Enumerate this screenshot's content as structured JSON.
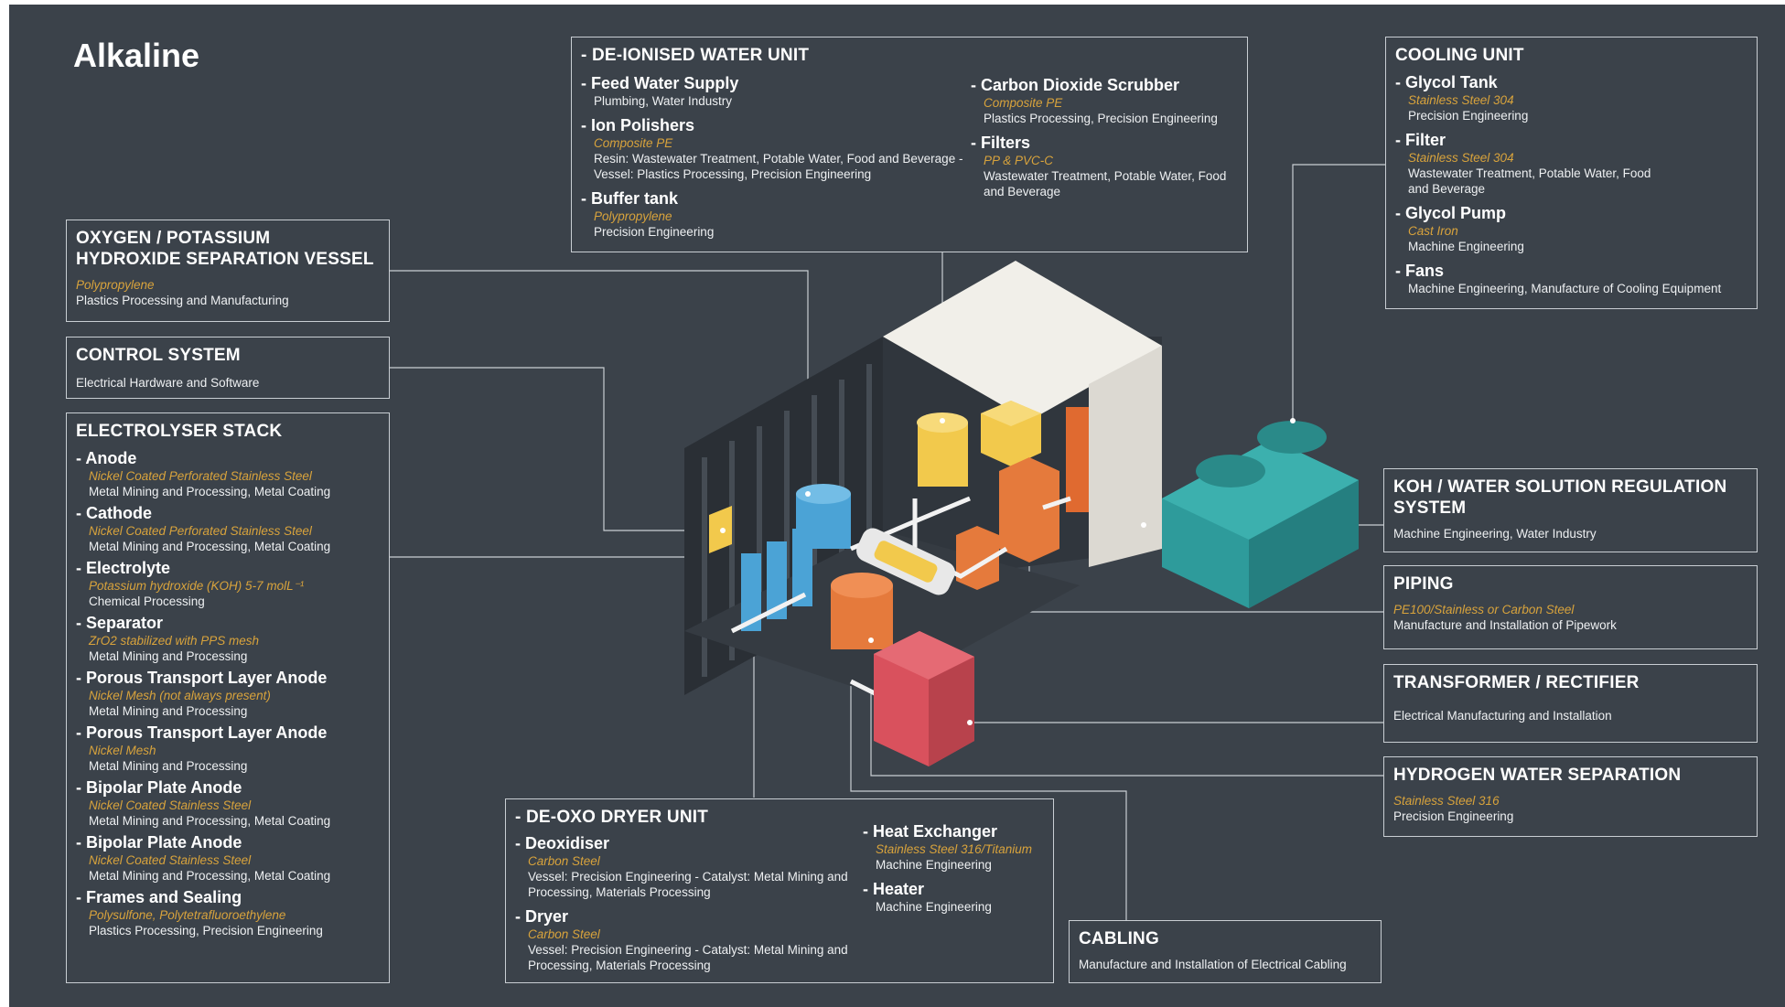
{
  "title": "Alkaline",
  "deionised": {
    "heading": "- DE-IONISED WATER UNIT",
    "items": [
      {
        "name": "Feed Water Supply",
        "material": "",
        "use": "Plumbing, Water Industry"
      },
      {
        "name": "Ion Polishers",
        "material": "Composite PE",
        "use": "Resin: Wastewater Treatment, Potable Water, Food and Beverage - Vessel: Plastics Processing, Precision Engineering"
      },
      {
        "name": "Buffer tank",
        "material": "Polypropylene",
        "use": "Precision Engineering"
      },
      {
        "name": "Carbon Dioxide Scrubber",
        "material": "Composite PE",
        "use": "Plastics Processing, Precision Engineering"
      },
      {
        "name": "Filters",
        "material": "PP & PVC-C",
        "use": "Wastewater Treatment, Potable Water, Food and Beverage"
      }
    ]
  },
  "cooling": {
    "heading": "COOLING UNIT",
    "items": [
      {
        "name": "Glycol Tank",
        "material": "Stainless Steel 304",
        "use": "Precision Engineering"
      },
      {
        "name": "Filter",
        "material": "Stainless Steel 304",
        "use": "Wastewater Treatment, Potable Water, Food and Beverage"
      },
      {
        "name": "Glycol Pump",
        "material": "Cast Iron",
        "use": "Machine Engineering"
      },
      {
        "name": "Fans",
        "material": "",
        "use": "Machine Engineering, Manufacture of Cooling Equipment"
      }
    ]
  },
  "oxygen": {
    "heading": "OXYGEN / POTASSIUM HYDROXIDE SEPARATION VESSEL",
    "material": "Polypropylene",
    "use": "Plastics Processing and Manufacturing"
  },
  "control": {
    "heading": "CONTROL SYSTEM",
    "use": "Electrical Hardware and Software"
  },
  "stack": {
    "heading": "ELECTROLYSER STACK",
    "items": [
      {
        "name": "Anode",
        "material": "Nickel Coated Perforated Stainless Steel",
        "use": "Metal Mining and Processing, Metal Coating"
      },
      {
        "name": "Cathode",
        "material": "Nickel Coated Perforated Stainless Steel",
        "use": "Metal Mining and Processing, Metal Coating"
      },
      {
        "name": "Electrolyte",
        "material": "Potassium hydroxide (KOH) 5-7 molL⁻¹",
        "use": "Chemical Processing"
      },
      {
        "name": "Separator",
        "material": "ZrO2 stabilized with PPS mesh",
        "use": "Metal Mining and Processing"
      },
      {
        "name": "Porous Transport Layer Anode",
        "material": "Nickel Mesh (not always present)",
        "use": "Metal Mining and Processing"
      },
      {
        "name": "Porous Transport Layer Anode",
        "material": "Nickel Mesh",
        "use": "Metal Mining and Processing"
      },
      {
        "name": "Bipolar Plate Anode",
        "material": "Nickel Coated Stainless Steel",
        "use": "Metal Mining and Processing, Metal Coating"
      },
      {
        "name": "Bipolar Plate Anode",
        "material": "Nickel Coated Stainless Steel",
        "use": "Metal Mining and Processing, Metal Coating"
      },
      {
        "name": "Frames and Sealing",
        "material": "Polysulfone, Polytetrafluoroethylene",
        "use": "Plastics Processing, Precision Engineering"
      }
    ]
  },
  "koh": {
    "heading": "KOH / WATER SOLUTION REGULATION SYSTEM",
    "use": "Machine Engineering, Water Industry"
  },
  "piping": {
    "heading": "PIPING",
    "material": "PE100/Stainless or Carbon Steel",
    "use": "Manufacture and Installation of Pipework"
  },
  "transformer": {
    "heading": "TRANSFORMER / RECTIFIER",
    "use": "Electrical Manufacturing and Installation"
  },
  "hydrogen": {
    "heading": "HYDROGEN WATER SEPARATION",
    "material": "Stainless Steel 316",
    "use": "Precision Engineering"
  },
  "deoxo": {
    "heading": "- DE-OXO DRYER UNIT",
    "items": [
      {
        "name": "Deoxidiser",
        "material": "Carbon Steel",
        "use": "Vessel: Precision Engineering - Catalyst: Metal Mining and Processing, Materials Processing"
      },
      {
        "name": "Dryer",
        "material": "Carbon Steel",
        "use": "Vessel: Precision Engineering - Catalyst: Metal Mining and Processing, Materials Processing"
      },
      {
        "name": "Heat Exchanger",
        "material": "Stainless Steel 316/Titanium",
        "use": "Machine Engineering"
      },
      {
        "name": "Heater",
        "material": "",
        "use": "Machine Engineering"
      }
    ]
  },
  "cabling": {
    "heading": "CABLING",
    "use": "Manufacture and Installation of Electrical Cabling"
  },
  "colors": {
    "background": "#3b424a",
    "accent": "#d8a33c",
    "yellow": "#f2c94c",
    "orange": "#e57a3c",
    "red": "#d9515d",
    "teal": "#2e9b9b",
    "blue": "#4ba3d6"
  }
}
